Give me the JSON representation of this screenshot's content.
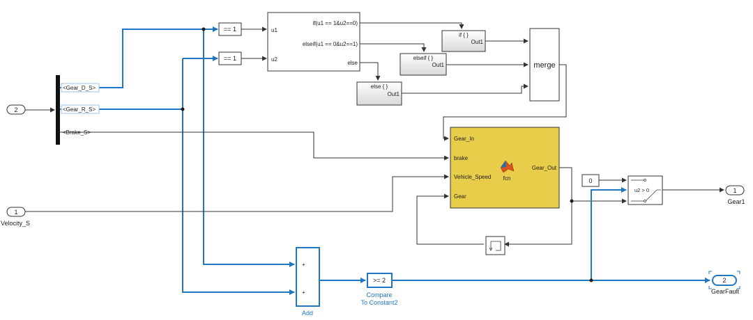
{
  "bus_selector": {
    "outputs": [
      "<Gear_D_S>",
      "<Gear_R_S>",
      "<Brake_S>"
    ]
  },
  "inports": [
    {
      "number": "2",
      "name": ""
    },
    {
      "number": "1",
      "name": "Velocity_S"
    }
  ],
  "compare_blocks": [
    {
      "label": "== 1"
    },
    {
      "label": "== 1"
    }
  ],
  "if_block": {
    "inputs": [
      "u1",
      "u2"
    ],
    "conditions": [
      "if(u1 == 1&u2==0)",
      "elseif(u1 == 0&u2==1)",
      "else"
    ]
  },
  "action_subsystems": [
    {
      "title": "if { }",
      "port": "Out1"
    },
    {
      "title": "elseif { }",
      "port": "Out1"
    },
    {
      "title": "else { }",
      "port": "Out1"
    }
  ],
  "merge_block": {
    "label": "merge"
  },
  "matlab_function": {
    "name": "fcn",
    "inputs": [
      "Gear_In",
      "brake",
      "Vehicle_Speed",
      "Gear"
    ],
    "output": "Gear_Out",
    "color": "#e8cd4a"
  },
  "constant_block": {
    "value": "0"
  },
  "switch_block": {
    "criteria": "u2 > 0"
  },
  "unit_delay": {
    "label": ""
  },
  "sum_block": {
    "name": "Add",
    "signs": [
      "+",
      "+"
    ]
  },
  "compare_to_constant": {
    "label": ">= 2",
    "name_line1": "Compare",
    "name_line2": "To Constant2"
  },
  "outports": [
    {
      "number": "1",
      "name": "Gear1"
    },
    {
      "number": "2",
      "name": "GearFault"
    }
  ],
  "colors": {
    "highlight_wire": "#1f77c4",
    "block_fill": "#ffffff",
    "fcn_fill": "#e8cd4a"
  }
}
